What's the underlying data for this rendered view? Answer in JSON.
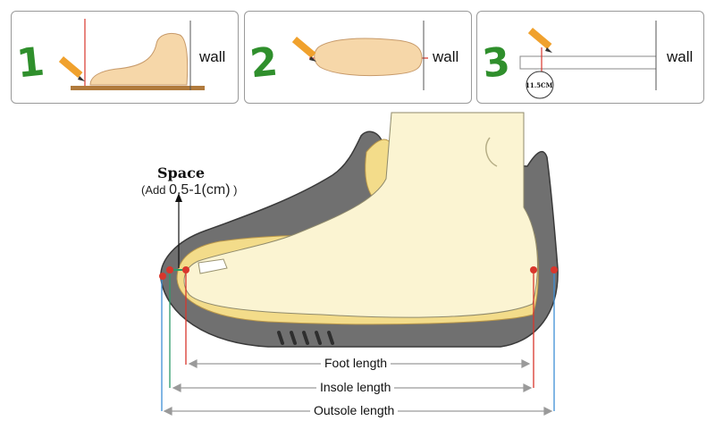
{
  "steps": [
    {
      "number": "1",
      "wall_label": "wall"
    },
    {
      "number": "2",
      "wall_label": "wall"
    },
    {
      "number": "3",
      "wall_label": "wall",
      "ruler_reading": "11.5CM"
    }
  ],
  "space": {
    "title": "Space",
    "note_prefix": "(Add ",
    "note_value": "0.5-1(cm)",
    "note_suffix": " )"
  },
  "measurements": {
    "foot_length": "Foot length",
    "insole_length": "Insole length",
    "outsole_length": "Outsole length"
  },
  "colors": {
    "step_number": "#2f8f2c",
    "wall_line": "#d9362c",
    "insole_line": "#2c9b6a",
    "outsole_line": "#3e8fd6",
    "shoe_body": "#6e6e6e",
    "insole": "#f3dc8a",
    "foot": "#fbf4d2"
  }
}
